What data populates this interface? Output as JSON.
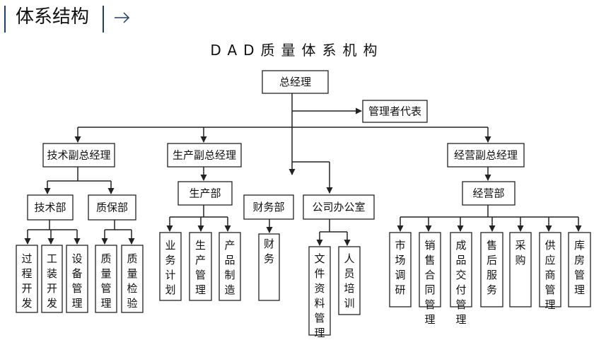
{
  "header": {
    "title": "体系结构",
    "arrow_icon": "right-arrow-icon",
    "accent_color": "#1f3f6b"
  },
  "chart": {
    "title": "DAD质量体系机构",
    "nodes": {
      "gm": "总经理",
      "rep": "管理者代表",
      "tech_vgm": "技术副总经理",
      "prod_vgm": "生产副总经理",
      "biz_vgm": "经营副总经理",
      "tech_dept": "技术部",
      "qa_dept": "质保部",
      "prod_dept": "生产部",
      "fin_dept": "财务部",
      "office": "公司办公室",
      "biz_dept": "经营部",
      "proc_dev": "过程开发",
      "tool_dev": "工装开发",
      "equip_mgmt": "设备管理",
      "quality_mgmt": "质量管理",
      "quality_insp": "质量检验",
      "biz_plan": "业务计划",
      "prod_mgmt": "生产管理",
      "product_mfg": "产品制造",
      "finance": "财务",
      "doc_mgmt": "文件资料管理",
      "hr_training": "人员培训",
      "market_research": "市场调研",
      "sales_contract": "销售合同管理",
      "delivery_mgmt": "成品交付管理",
      "after_sales": "售后服务",
      "purchasing": "采购",
      "supplier_mgmt": "供应商管理",
      "warehouse_mgmt": "库房管理"
    }
  }
}
